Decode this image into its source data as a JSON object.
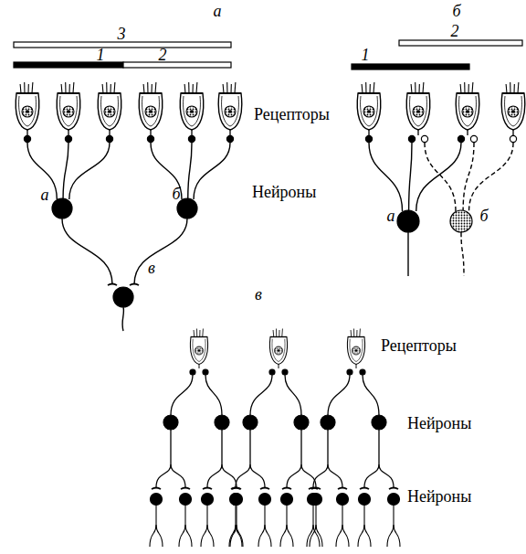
{
  "diagram": {
    "labels": [
      "а",
      "б",
      "3",
      "1",
      "2",
      "2",
      "1",
      "Рецепторы",
      "Нейроны",
      "а",
      "б",
      "в",
      "а",
      "б",
      "в",
      "Рецепторы",
      "Нейроны",
      "Нейроны"
    ]
  }
}
